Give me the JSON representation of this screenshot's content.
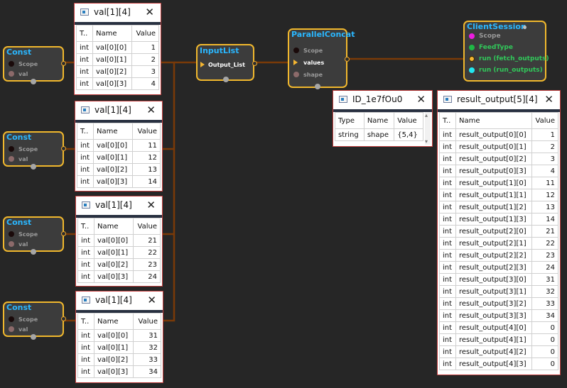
{
  "colors": {
    "canvas": "#262626",
    "node_fill": "#3c3c3c",
    "node_border": "#f1b82d",
    "title": "#2ab7ff",
    "wire": "#7a3a08",
    "pin_green": "#31c85a"
  },
  "icons": [
    "window-icon",
    "close-icon"
  ],
  "const_nodes": [
    {
      "title": "Const",
      "pins": [
        "Scope",
        "val"
      ]
    },
    {
      "title": "Const",
      "pins": [
        "Scope",
        "val"
      ]
    },
    {
      "title": "Const",
      "pins": [
        "Scope",
        "val"
      ]
    },
    {
      "title": "Const",
      "pins": [
        "Scope",
        "val"
      ]
    }
  ],
  "input_list": {
    "title": "InputList",
    "pin": "Output_List"
  },
  "parallel_concat": {
    "title": "ParallelConcat",
    "pins": [
      "Scope",
      "values",
      "shape"
    ]
  },
  "client_session": {
    "title": "ClientSession",
    "pins": [
      "Scope",
      "FeedType",
      "run (fetch_outputs)",
      "run (run_outputs)"
    ]
  },
  "val_tables": [
    {
      "title": "val[1][4]",
      "headers": [
        "T..",
        "Name",
        "Value"
      ],
      "rows": [
        [
          "int",
          "val[0][0]",
          "1"
        ],
        [
          "int",
          "val[0][1]",
          "2"
        ],
        [
          "int",
          "val[0][2]",
          "3"
        ],
        [
          "int",
          "val[0][3]",
          "4"
        ]
      ]
    },
    {
      "title": "val[1][4]",
      "headers": [
        "T..",
        "Name",
        "Value"
      ],
      "rows": [
        [
          "int",
          "val[0][0]",
          "11"
        ],
        [
          "int",
          "val[0][1]",
          "12"
        ],
        [
          "int",
          "val[0][2]",
          "13"
        ],
        [
          "int",
          "val[0][3]",
          "14"
        ]
      ]
    },
    {
      "title": "val[1][4]",
      "headers": [
        "T..",
        "Name",
        "Value"
      ],
      "rows": [
        [
          "int",
          "val[0][0]",
          "21"
        ],
        [
          "int",
          "val[0][1]",
          "22"
        ],
        [
          "int",
          "val[0][2]",
          "23"
        ],
        [
          "int",
          "val[0][3]",
          "24"
        ]
      ]
    },
    {
      "title": "val[1][4]",
      "headers": [
        "T..",
        "Name",
        "Value"
      ],
      "rows": [
        [
          "int",
          "val[0][0]",
          "31"
        ],
        [
          "int",
          "val[0][1]",
          "32"
        ],
        [
          "int",
          "val[0][2]",
          "33"
        ],
        [
          "int",
          "val[0][3]",
          "34"
        ]
      ]
    }
  ],
  "id_table": {
    "title": "ID_1e7fOu0",
    "headers": [
      "Type",
      "Name",
      "Value"
    ],
    "rows": [
      [
        "string",
        "shape",
        "{5,4}"
      ]
    ]
  },
  "result_table": {
    "title": "result_output[5][4]",
    "headers": [
      "T..",
      "Name",
      "Value"
    ],
    "rows": [
      [
        "int",
        "result_output[0][0]",
        "1"
      ],
      [
        "int",
        "result_output[0][1]",
        "2"
      ],
      [
        "int",
        "result_output[0][2]",
        "3"
      ],
      [
        "int",
        "result_output[0][3]",
        "4"
      ],
      [
        "int",
        "result_output[1][0]",
        "11"
      ],
      [
        "int",
        "result_output[1][1]",
        "12"
      ],
      [
        "int",
        "result_output[1][2]",
        "13"
      ],
      [
        "int",
        "result_output[1][3]",
        "14"
      ],
      [
        "int",
        "result_output[2][0]",
        "21"
      ],
      [
        "int",
        "result_output[2][1]",
        "22"
      ],
      [
        "int",
        "result_output[2][2]",
        "23"
      ],
      [
        "int",
        "result_output[2][3]",
        "24"
      ],
      [
        "int",
        "result_output[3][0]",
        "31"
      ],
      [
        "int",
        "result_output[3][1]",
        "32"
      ],
      [
        "int",
        "result_output[3][2]",
        "33"
      ],
      [
        "int",
        "result_output[3][3]",
        "34"
      ],
      [
        "int",
        "result_output[4][0]",
        "0"
      ],
      [
        "int",
        "result_output[4][1]",
        "0"
      ],
      [
        "int",
        "result_output[4][2]",
        "0"
      ],
      [
        "int",
        "result_output[4][3]",
        "0"
      ]
    ]
  }
}
